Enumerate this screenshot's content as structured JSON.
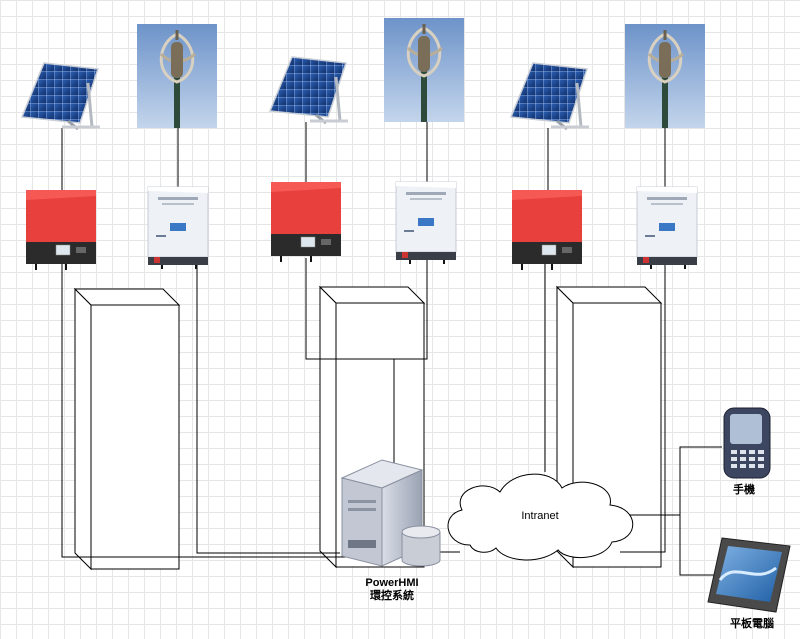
{
  "cloud_label": "Intranet",
  "server_label_line1": "PowerHMI",
  "server_label_line2": "環控系統",
  "phone_label": "手機",
  "tablet_label": "平板電腦",
  "colors": {
    "inverter_red": "#e8403c",
    "inverter_dark": "#2b2b2b",
    "wind_sky": "#8fb0d8",
    "solar_panel": "#1f4fa0",
    "tablet_body": "#4a4a4a",
    "tablet_screen": "#2a6fb5"
  },
  "icons": [
    "solar-panel-icon",
    "wind-turbine-icon",
    "solar-inverter-icon",
    "wind-controller-icon",
    "server-icon",
    "database-icon",
    "cloud-icon",
    "mobile-phone-icon",
    "tablet-icon"
  ]
}
